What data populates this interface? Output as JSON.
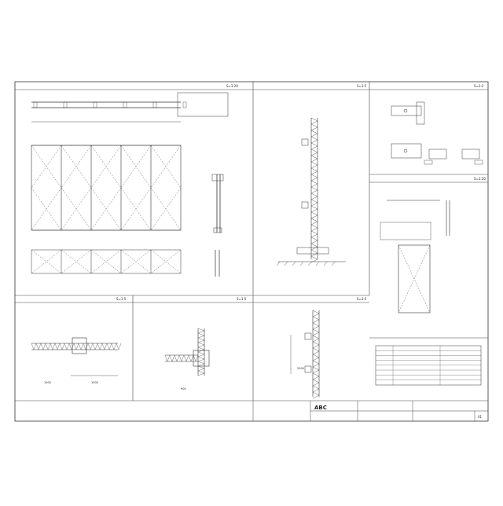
{
  "sheet": {
    "panel_scale_main": "S=1:20",
    "panel_scale_section": "S=1:5",
    "panel_scale_fitting": "S=1:2",
    "panel_scale_panel": "S=1:20",
    "panel_scale_joint": "S=1:5",
    "panel_scale_corner": "S=1:5",
    "panel_scale_joint2": "S=1:5"
  },
  "notes": {
    "dim_1000": "1000",
    "dim_1000b": "1000",
    "dim_900": "900",
    "dim_2000": "2000"
  },
  "title_block": {
    "logo": "ABC",
    "sheet_no": "01"
  }
}
